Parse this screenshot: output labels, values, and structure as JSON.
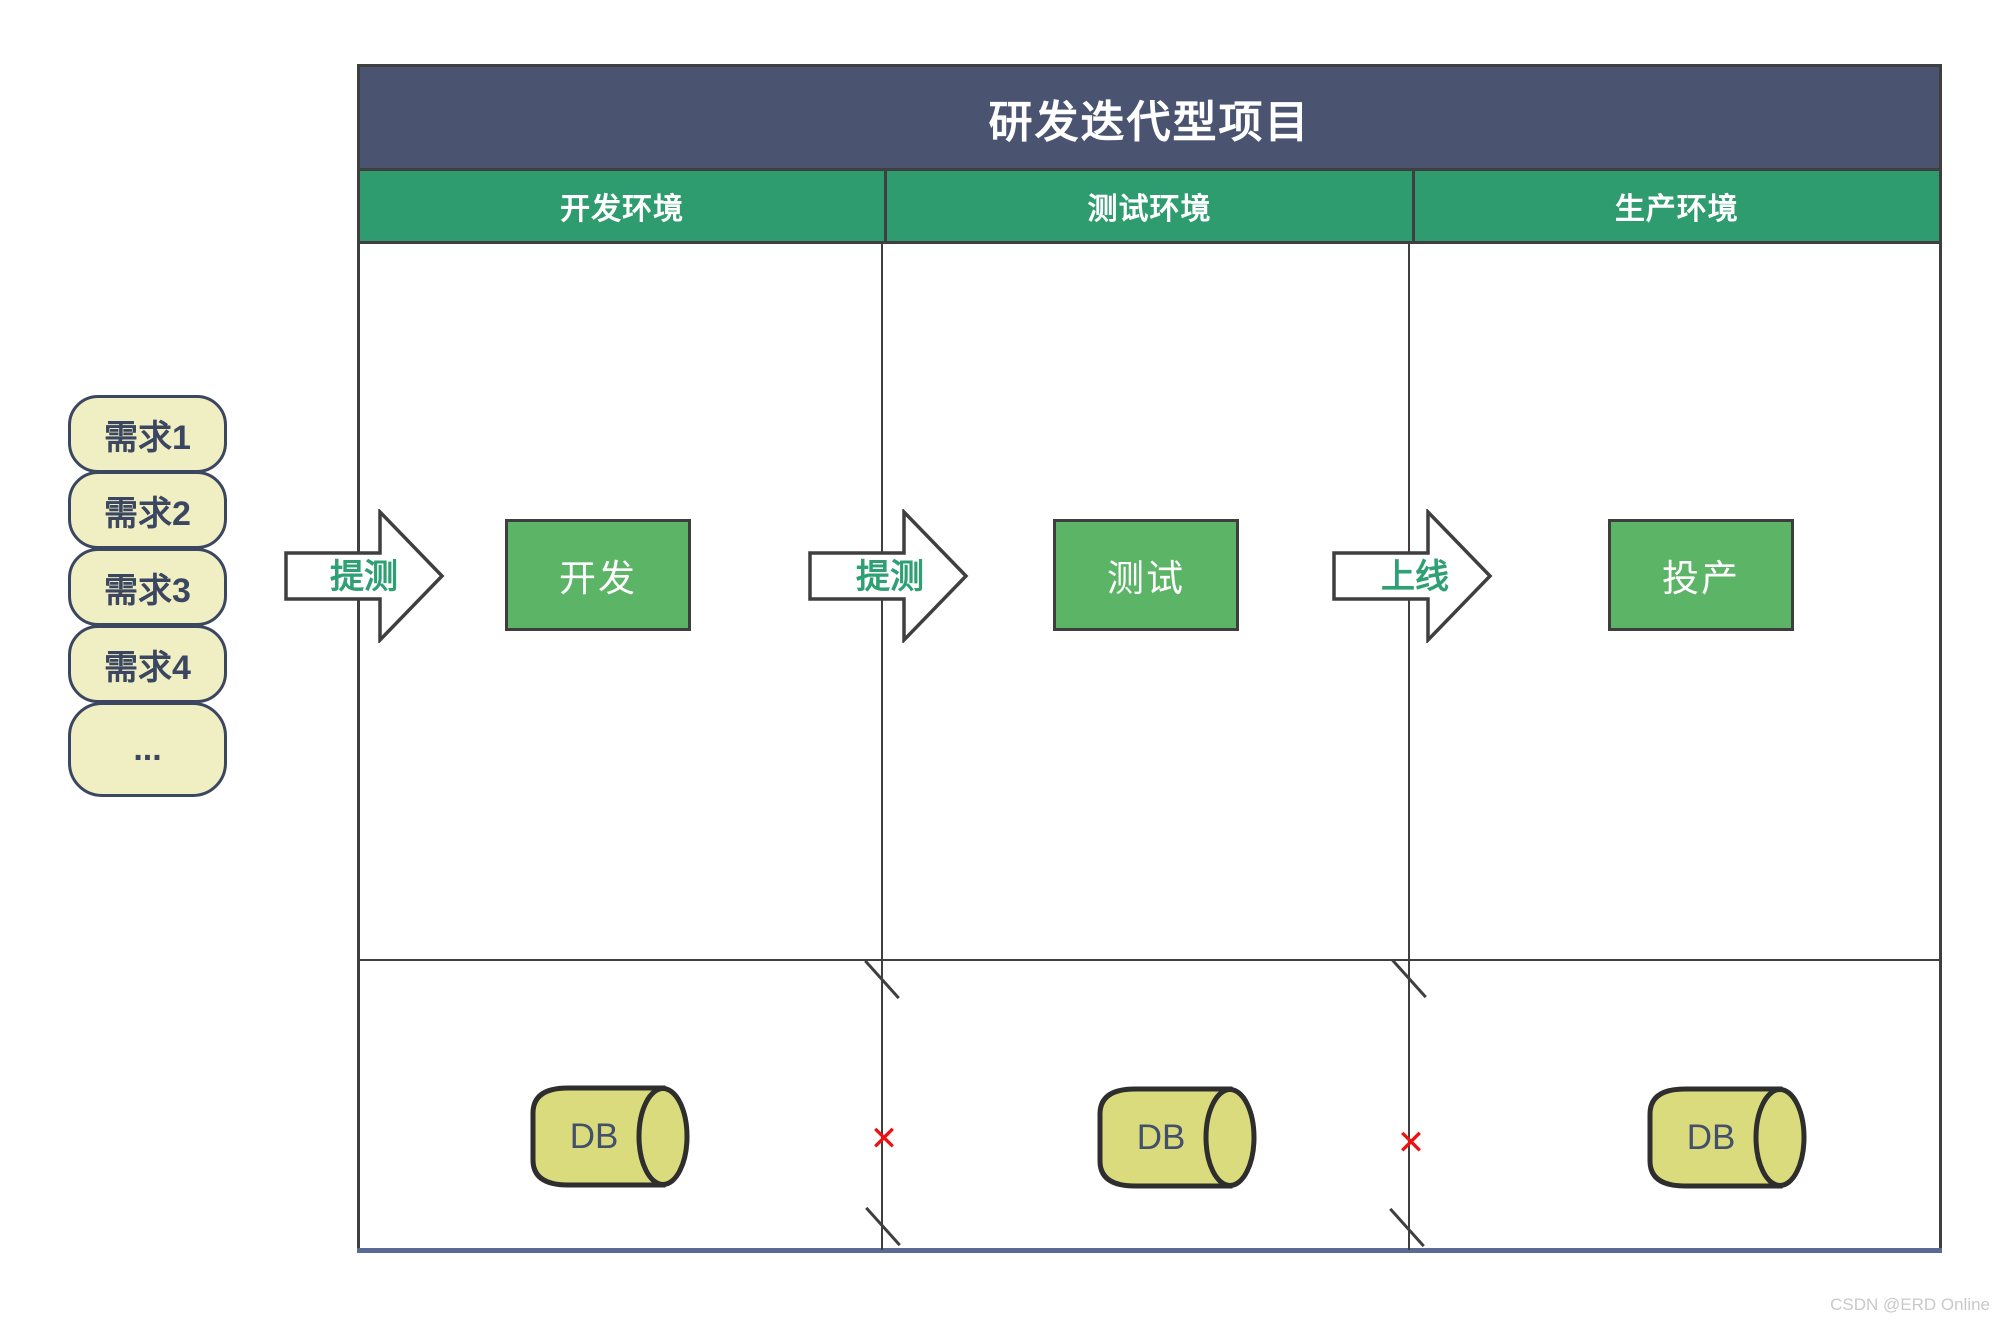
{
  "title": "研发迭代型项目",
  "columns": [
    {
      "header": "开发环境",
      "box_label": "开发"
    },
    {
      "header": "测试环境",
      "box_label": "测试"
    },
    {
      "header": "生产环境",
      "box_label": "投产"
    }
  ],
  "requirements": [
    "需求1",
    "需求2",
    "需求3",
    "需求4",
    "..."
  ],
  "arrows": [
    {
      "label": "提测"
    },
    {
      "label": "提测"
    },
    {
      "label": "上线"
    }
  ],
  "db_label": "DB",
  "cross_glyph": "✕",
  "watermark": "CSDN @ERD Online",
  "colors": {
    "title_bar": "#4a5470",
    "env_header_green": "#2e9c6f",
    "process_box_green": "#5cb467",
    "arrow_label_green": "#2f9f74",
    "requirement_fill": "#f0efc3",
    "db_fill": "#d9db7c",
    "line_dark": "#3f3f3f",
    "cross_red": "#ec1212",
    "bottom_accent": "#5a6a94"
  }
}
